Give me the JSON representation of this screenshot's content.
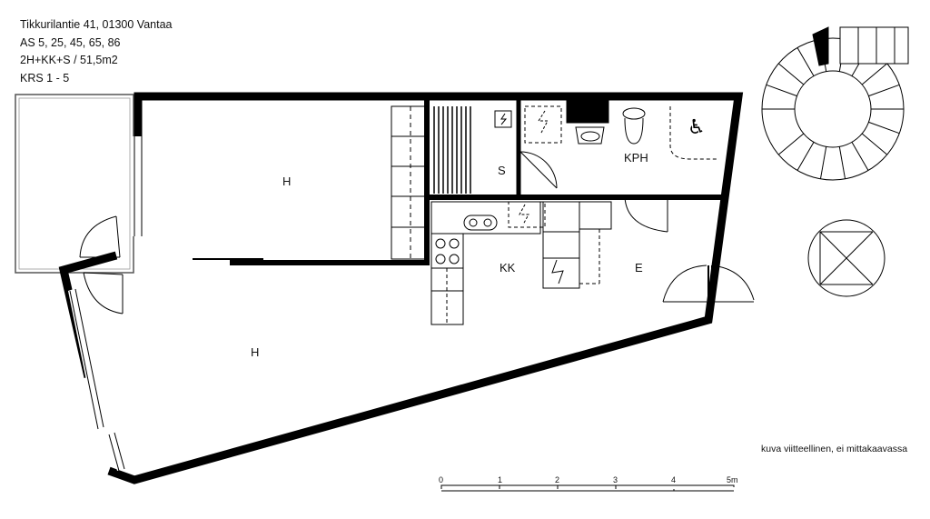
{
  "header": {
    "address": "Tikkurilantie 41, 01300 Vantaa",
    "apartments": "AS 5, 25, 45, 65, 86",
    "layout": "2H+KK+S / 51,5m2",
    "floors": "KRS 1 - 5"
  },
  "rooms": {
    "bedroom": "H",
    "living_room": "H",
    "sauna": "S",
    "bathroom": "KPH",
    "kitchen": "KK",
    "entrance": "E"
  },
  "note": "kuva viitteellinen, ei mittakaavassa",
  "scale_bar": {
    "labels": [
      "0",
      "1",
      "2",
      "3",
      "4",
      "5m"
    ]
  }
}
